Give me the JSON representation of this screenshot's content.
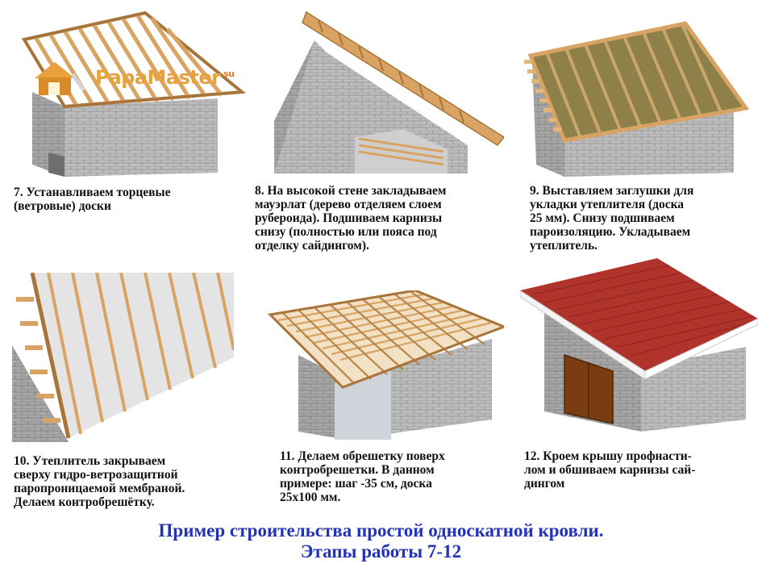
{
  "logo": {
    "brand": "PapaMaster",
    "tld": ".su"
  },
  "steps": [
    {
      "id": "7",
      "caption": "7. Устанавливаем торцевые\n(ветровые) доски"
    },
    {
      "id": "8",
      "caption": "8. На высокой стене закладываем\nмауэрлат (дерево отделяем слоем\nрубероида). Подшиваем карнизы\nснизу (полностью или пояса под\nотделку сайдингом)."
    },
    {
      "id": "9",
      "caption": "9. Выставляем заглушки для\nукладки утеплителя (доска\n25 мм). Снизу подшиваем\nпароизоляцию. Укладываем\nутеплитель."
    },
    {
      "id": "10",
      "caption": "10. Утеплитель закрываем\nсверху гидро-ветрозащитной\nпаропроницаемой мембраной.\nДелаем контробрешётку."
    },
    {
      "id": "11",
      "caption": "11. Делаем обрешетку поверх\nконтробрешетки. В данном\nпримере: шаг -35 см, доска\n25х100 мм."
    },
    {
      "id": "12",
      "caption": "12. Кроем крышу профнасти-\nлом и обшиваем карнизы сай-\nдингом"
    }
  ],
  "title": "Пример строительства простой односкатной кровли.\nЭтапы работы 7-12",
  "colors": {
    "title": "#2233b8",
    "wood": "#d9a463",
    "wood_dark": "#a8743a",
    "block": "#b9b9b9",
    "roof_red": "#b0342c",
    "membrane": "#e4e4e4",
    "insulation": "#8f7f49"
  }
}
